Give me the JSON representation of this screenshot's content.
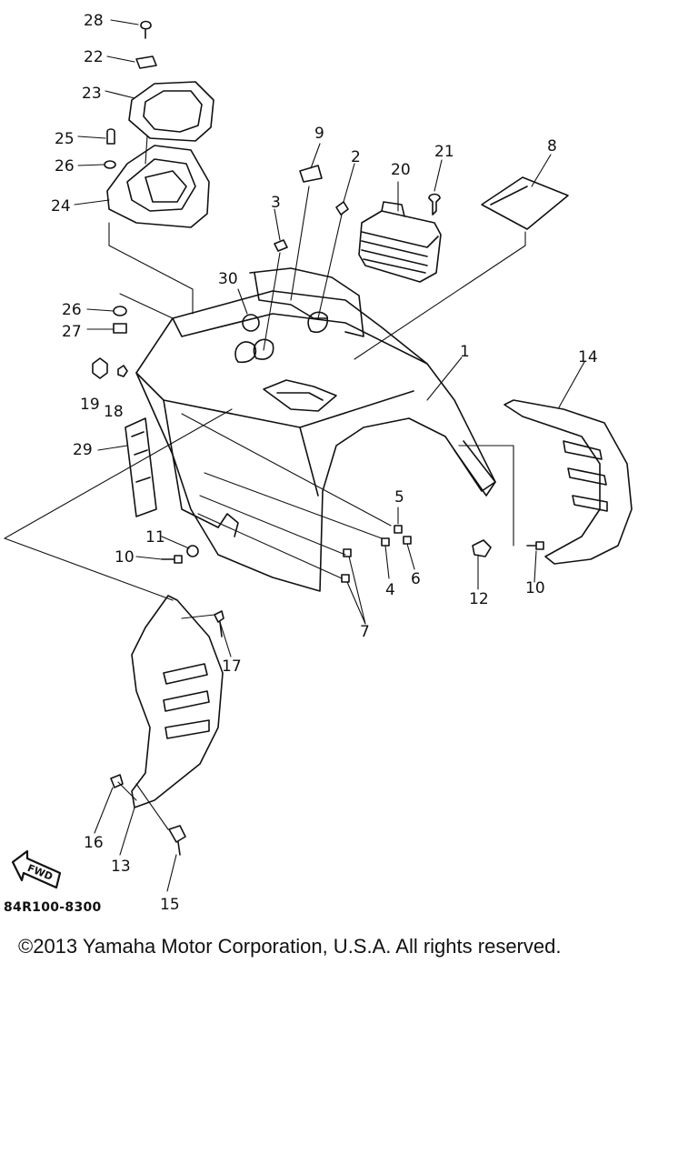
{
  "diagram": {
    "part_numbers": [
      "1",
      "2",
      "3",
      "4",
      "5",
      "6",
      "7",
      "8",
      "9",
      "10",
      "10",
      "11",
      "12",
      "13",
      "14",
      "15",
      "16",
      "17",
      "18",
      "19",
      "20",
      "21",
      "22",
      "23",
      "24",
      "25",
      "26",
      "26",
      "27",
      "28",
      "29",
      "30"
    ],
    "fwd_label": "FWD",
    "drawing_code": "84R100-8300"
  },
  "footer": {
    "copyright": "©2013 Yamaha Motor Corporation, U.S.A. All rights reserved."
  }
}
